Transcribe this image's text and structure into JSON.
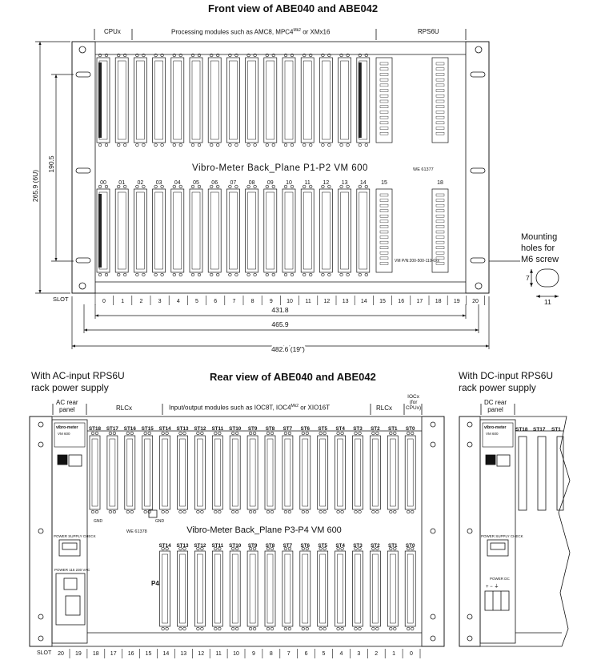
{
  "front": {
    "title": "Front view of ABE040 and ABE042",
    "label_cpu": "CPUx",
    "label_processing_pre": "Processing modules such as AMC8, MPC4",
    "label_processing_sup": "Mk2",
    "label_processing_post": " or XMx16",
    "label_rps": "RPS6U",
    "backplane_text": "Vibro-Meter Back_Plane P1-P2  VM 600",
    "we_code": "WE 61377",
    "part_number": "VM P/N:200-500-110-0xx",
    "top_slot_numbers": [
      "00",
      "01",
      "02",
      "03",
      "04",
      "05",
      "06",
      "07",
      "08",
      "09",
      "10",
      "11",
      "12",
      "13",
      "14",
      "15",
      "18"
    ],
    "slot_label": "SLOT",
    "slot_numbers": [
      "0",
      "1",
      "2",
      "3",
      "4",
      "5",
      "6",
      "7",
      "8",
      "9",
      "10",
      "11",
      "12",
      "13",
      "14",
      "15",
      "16",
      "17",
      "18",
      "19",
      "20"
    ],
    "dim_height_total": "265.9  (6U)",
    "dim_height_inner": "190.5",
    "dim_width_1": "431.8",
    "dim_width_2": "465.9",
    "dim_width_3": "482.6   (19\")",
    "mounting_note": "Mounting\nholes for\nM6 screw",
    "hole_dim_h": "7",
    "hole_dim_w": "11"
  },
  "rear": {
    "title": "Rear view of ABE040 and ABE042",
    "caption_ac": "With AC-input RPS6U\nrack power supply",
    "caption_dc": "With DC-input RPS6U\nrack power supply",
    "label_ac_panel": "AC rear\npanel",
    "label_dc_panel": "DC rear\npanel",
    "label_rlc_left": "RLCx",
    "label_io_pre": "Input/output modules such as IOC8T, IOC4",
    "label_io_sup": "Mk2",
    "label_io_post": " or XIO16T",
    "label_rlc_right": "RLCx",
    "label_iocx": "IOCx\n(for\nCPUx)",
    "upper_connectors": [
      "ST18",
      "ST17",
      "ST16",
      "ST15",
      "ST14",
      "ST13",
      "ST12",
      "ST11",
      "ST10",
      "ST9",
      "ST8",
      "ST7",
      "ST6",
      "ST5",
      "ST4",
      "ST3",
      "ST2",
      "ST1",
      "ST0"
    ],
    "lower_connectors": [
      "ST14",
      "ST13",
      "ST12",
      "ST11",
      "ST10",
      "ST9",
      "ST8",
      "ST7",
      "ST6",
      "ST5",
      "ST4",
      "ST3",
      "ST2",
      "ST1",
      "ST0"
    ],
    "backplane_text": "Vibro-Meter Back_Plane  P3-P4  VM 600",
    "we_code": "WE 61378",
    "gnd": "GND",
    "p4": "P4",
    "slot_label": "SLOT",
    "slot_numbers": [
      "20",
      "19",
      "18",
      "17",
      "16",
      "15",
      "14",
      "13",
      "12",
      "11",
      "10",
      "9",
      "8",
      "7",
      "6",
      "5",
      "4",
      "3",
      "2",
      "1",
      "0"
    ],
    "psu_logo": "vibro-meter",
    "psu_model": "VM 600",
    "psu_check": "POWER SUPPLY CHECK",
    "psu_power_ac": "POWER 115  230 VAC",
    "psu_power_dc": "POWER DC",
    "dc_polarity": "+  −  ⏚",
    "dc_connectors": [
      "ST18",
      "ST17",
      "ST1"
    ]
  },
  "colors": {
    "line": "#111111",
    "connector_dark": "#222222",
    "paper": "#ffffff"
  }
}
